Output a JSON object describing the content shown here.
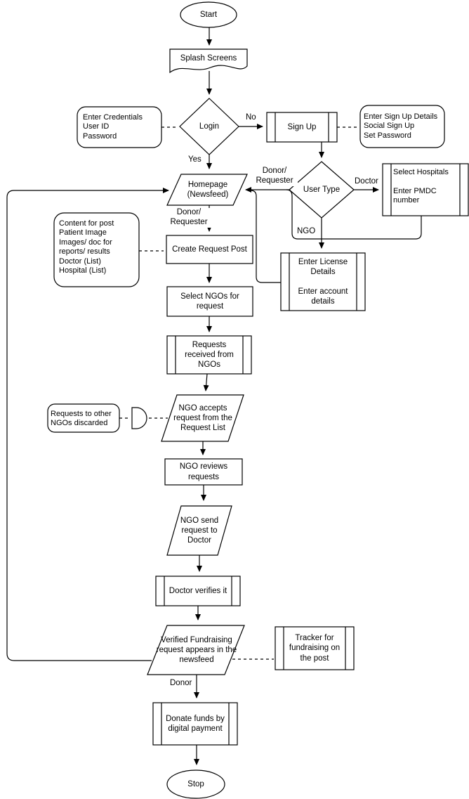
{
  "diagram": {
    "nodes": {
      "start": {
        "label": "Start",
        "shape": "terminator"
      },
      "splash": {
        "label": "Splash Screens",
        "shape": "document"
      },
      "login": {
        "label": "Login",
        "shape": "decision"
      },
      "credentials_note": {
        "label": "Enter Credentials\nUser ID\nPassword",
        "shape": "rounded-annotation"
      },
      "signup": {
        "label": "Sign Up",
        "shape": "predefined-process"
      },
      "signup_note": {
        "label": "Enter Sign Up Details\nSocial Sign Up\nSet Password",
        "shape": "rounded-annotation"
      },
      "homepage": {
        "label": "Homepage\n(Newsfeed)",
        "shape": "parallelogram"
      },
      "usertype": {
        "label": "User Type",
        "shape": "decision"
      },
      "hospitals": {
        "label": "Select Hospitals\n\nEnter PMDC\nnumber",
        "shape": "predefined-process"
      },
      "license": {
        "label": "Enter License\nDetails\n\nEnter account\ndetails",
        "shape": "predefined-process"
      },
      "post_note": {
        "label": "Content for post\nPatient Image\nImages/ doc for\nreports/ results\nDoctor (List)\nHospital (List)",
        "shape": "rounded-annotation"
      },
      "create_post": {
        "label": "Create Request Post",
        "shape": "process"
      },
      "select_ngos": {
        "label": "Select NGOs for\nrequest",
        "shape": "process"
      },
      "requests_received": {
        "label": "Requests\nreceived from\nNGOs",
        "shape": "predefined-process"
      },
      "discard_note": {
        "label": "Requests to other\nNGOs discarded",
        "shape": "rounded-annotation"
      },
      "delay": {
        "label": "",
        "shape": "delay"
      },
      "ngo_accepts": {
        "label": "NGO accepts\nrequest from the\nRequest List",
        "shape": "parallelogram"
      },
      "ngo_reviews": {
        "label": "NGO reviews\nrequests",
        "shape": "process"
      },
      "ngo_send": {
        "label": "NGO send\nrequest to\nDoctor",
        "shape": "parallelogram"
      },
      "doctor_verifies": {
        "label": "Doctor verifies it",
        "shape": "predefined-process"
      },
      "verified_post": {
        "label": "Verified Fundraising\nrequest appears in the\nnewsfeed",
        "shape": "parallelogram"
      },
      "tracker": {
        "label": "Tracker for\nfundraising on\nthe post",
        "shape": "predefined-process"
      },
      "donate": {
        "label": "Donate funds by\ndigital payment",
        "shape": "predefined-process"
      },
      "stop": {
        "label": "Stop",
        "shape": "terminator"
      }
    },
    "edge_labels": {
      "no": "No",
      "yes": "Yes",
      "donor_requester_from_usertype": "Donor/\nRequester",
      "doctor": "Doctor",
      "ngo": "NGO",
      "donor_requester_from_homepage": "Donor/\nRequester",
      "donor": "Donor"
    },
    "colors": {
      "stroke": "#000000",
      "canvas": "#ffffff"
    }
  }
}
